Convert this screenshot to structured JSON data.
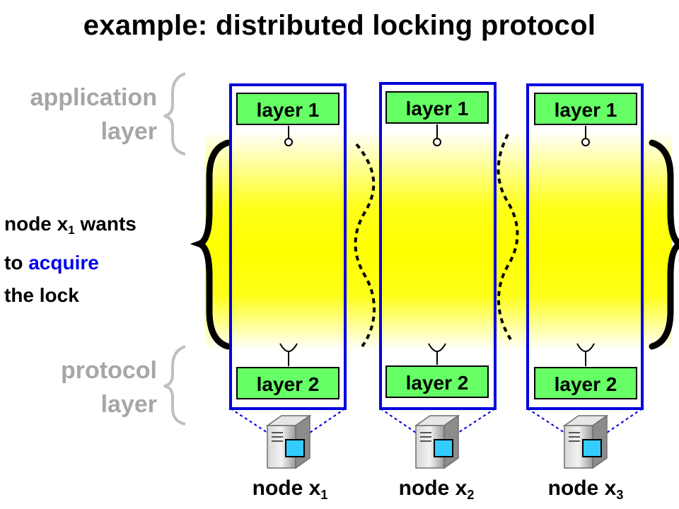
{
  "title": "example: distributed locking protocol",
  "side_labels": {
    "application_line1": "application",
    "application_line2": "layer",
    "protocol_line1": "protocol",
    "protocol_line2": "layer"
  },
  "note": {
    "line1_prefix": "node x",
    "line1_sub": "1",
    "line1_suffix": " wants",
    "line2_prefix": "to ",
    "line2_highlight": "acquire",
    "line3": "the lock"
  },
  "nodes": [
    {
      "upper_box": "layer 1",
      "lower_box": "layer 2",
      "label": "node x",
      "sub": "1"
    },
    {
      "upper_box": "layer 1",
      "lower_box": "layer 2",
      "label": "node x",
      "sub": "2"
    },
    {
      "upper_box": "layer 1",
      "lower_box": "layer 2",
      "label": "node x",
      "sub": "3"
    }
  ],
  "colors": {
    "frame": "#0000dd",
    "layer_box": "#66ff66",
    "band_core": "#ffff00",
    "side_label": "#a6a6a6",
    "highlight": "#0000ee",
    "server_screen": "#33ccff"
  }
}
